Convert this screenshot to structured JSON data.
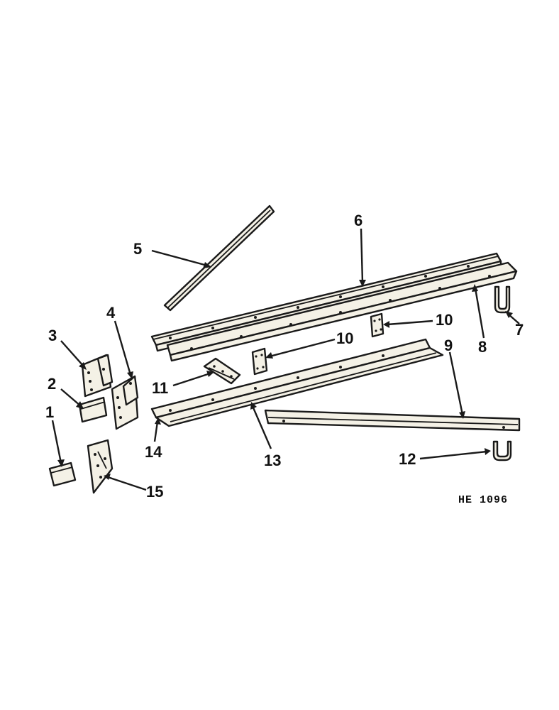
{
  "callouts": {
    "c1": "1",
    "c2": "2",
    "c3": "3",
    "c4": "4",
    "c5": "5",
    "c6": "6",
    "c7": "7",
    "c8": "8",
    "c9": "9",
    "c10a": "10",
    "c10b": "10",
    "c11": "11",
    "c12": "12",
    "c13": "13",
    "c14": "14",
    "c15": "15"
  },
  "figure_code": "HE 1096"
}
